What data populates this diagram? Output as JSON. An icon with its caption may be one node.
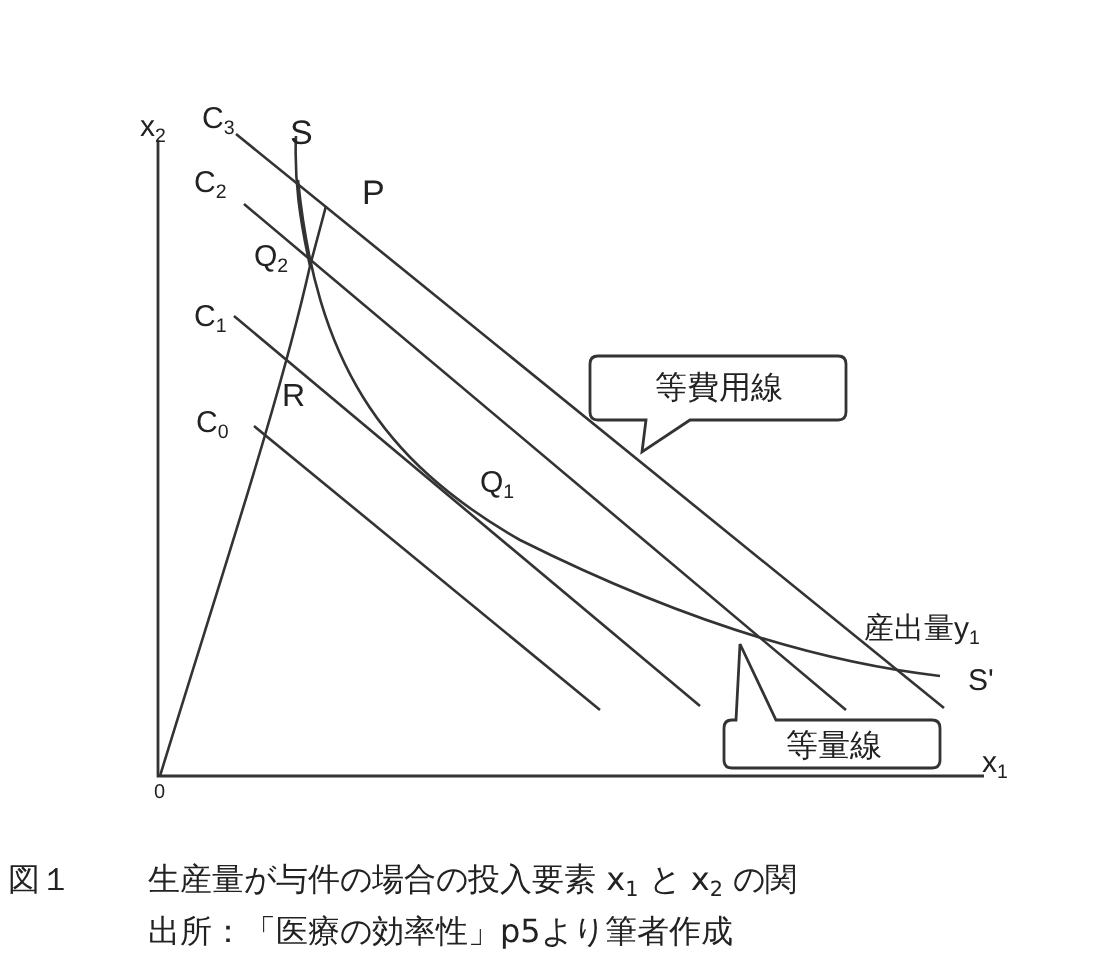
{
  "diagram": {
    "caption": "生産量が与件の場合の投入要素 x$_{1}$ と x$_{2}$ の関",
    "nodes": [
      {
        "text": [
          "等費用線"
        ]
      },
      {
        "text": [
          "等量線"
        ]
      }
    ],
    "labels": [
      "x$_{2}$",
      "C$_{3}$",
      "S",
      "C$_{2}$",
      "P",
      "Q$_{2}$",
      "C$_{1}$",
      "R",
      "C$_{0}$",
      "Q$_{1}$",
      "産出量y$_{1}$",
      "S'",
      "0",
      "x$_{1}$",
      "図１",
      "出所：「医療の効率性」p5より筆者作成"
    ]
  }
}
